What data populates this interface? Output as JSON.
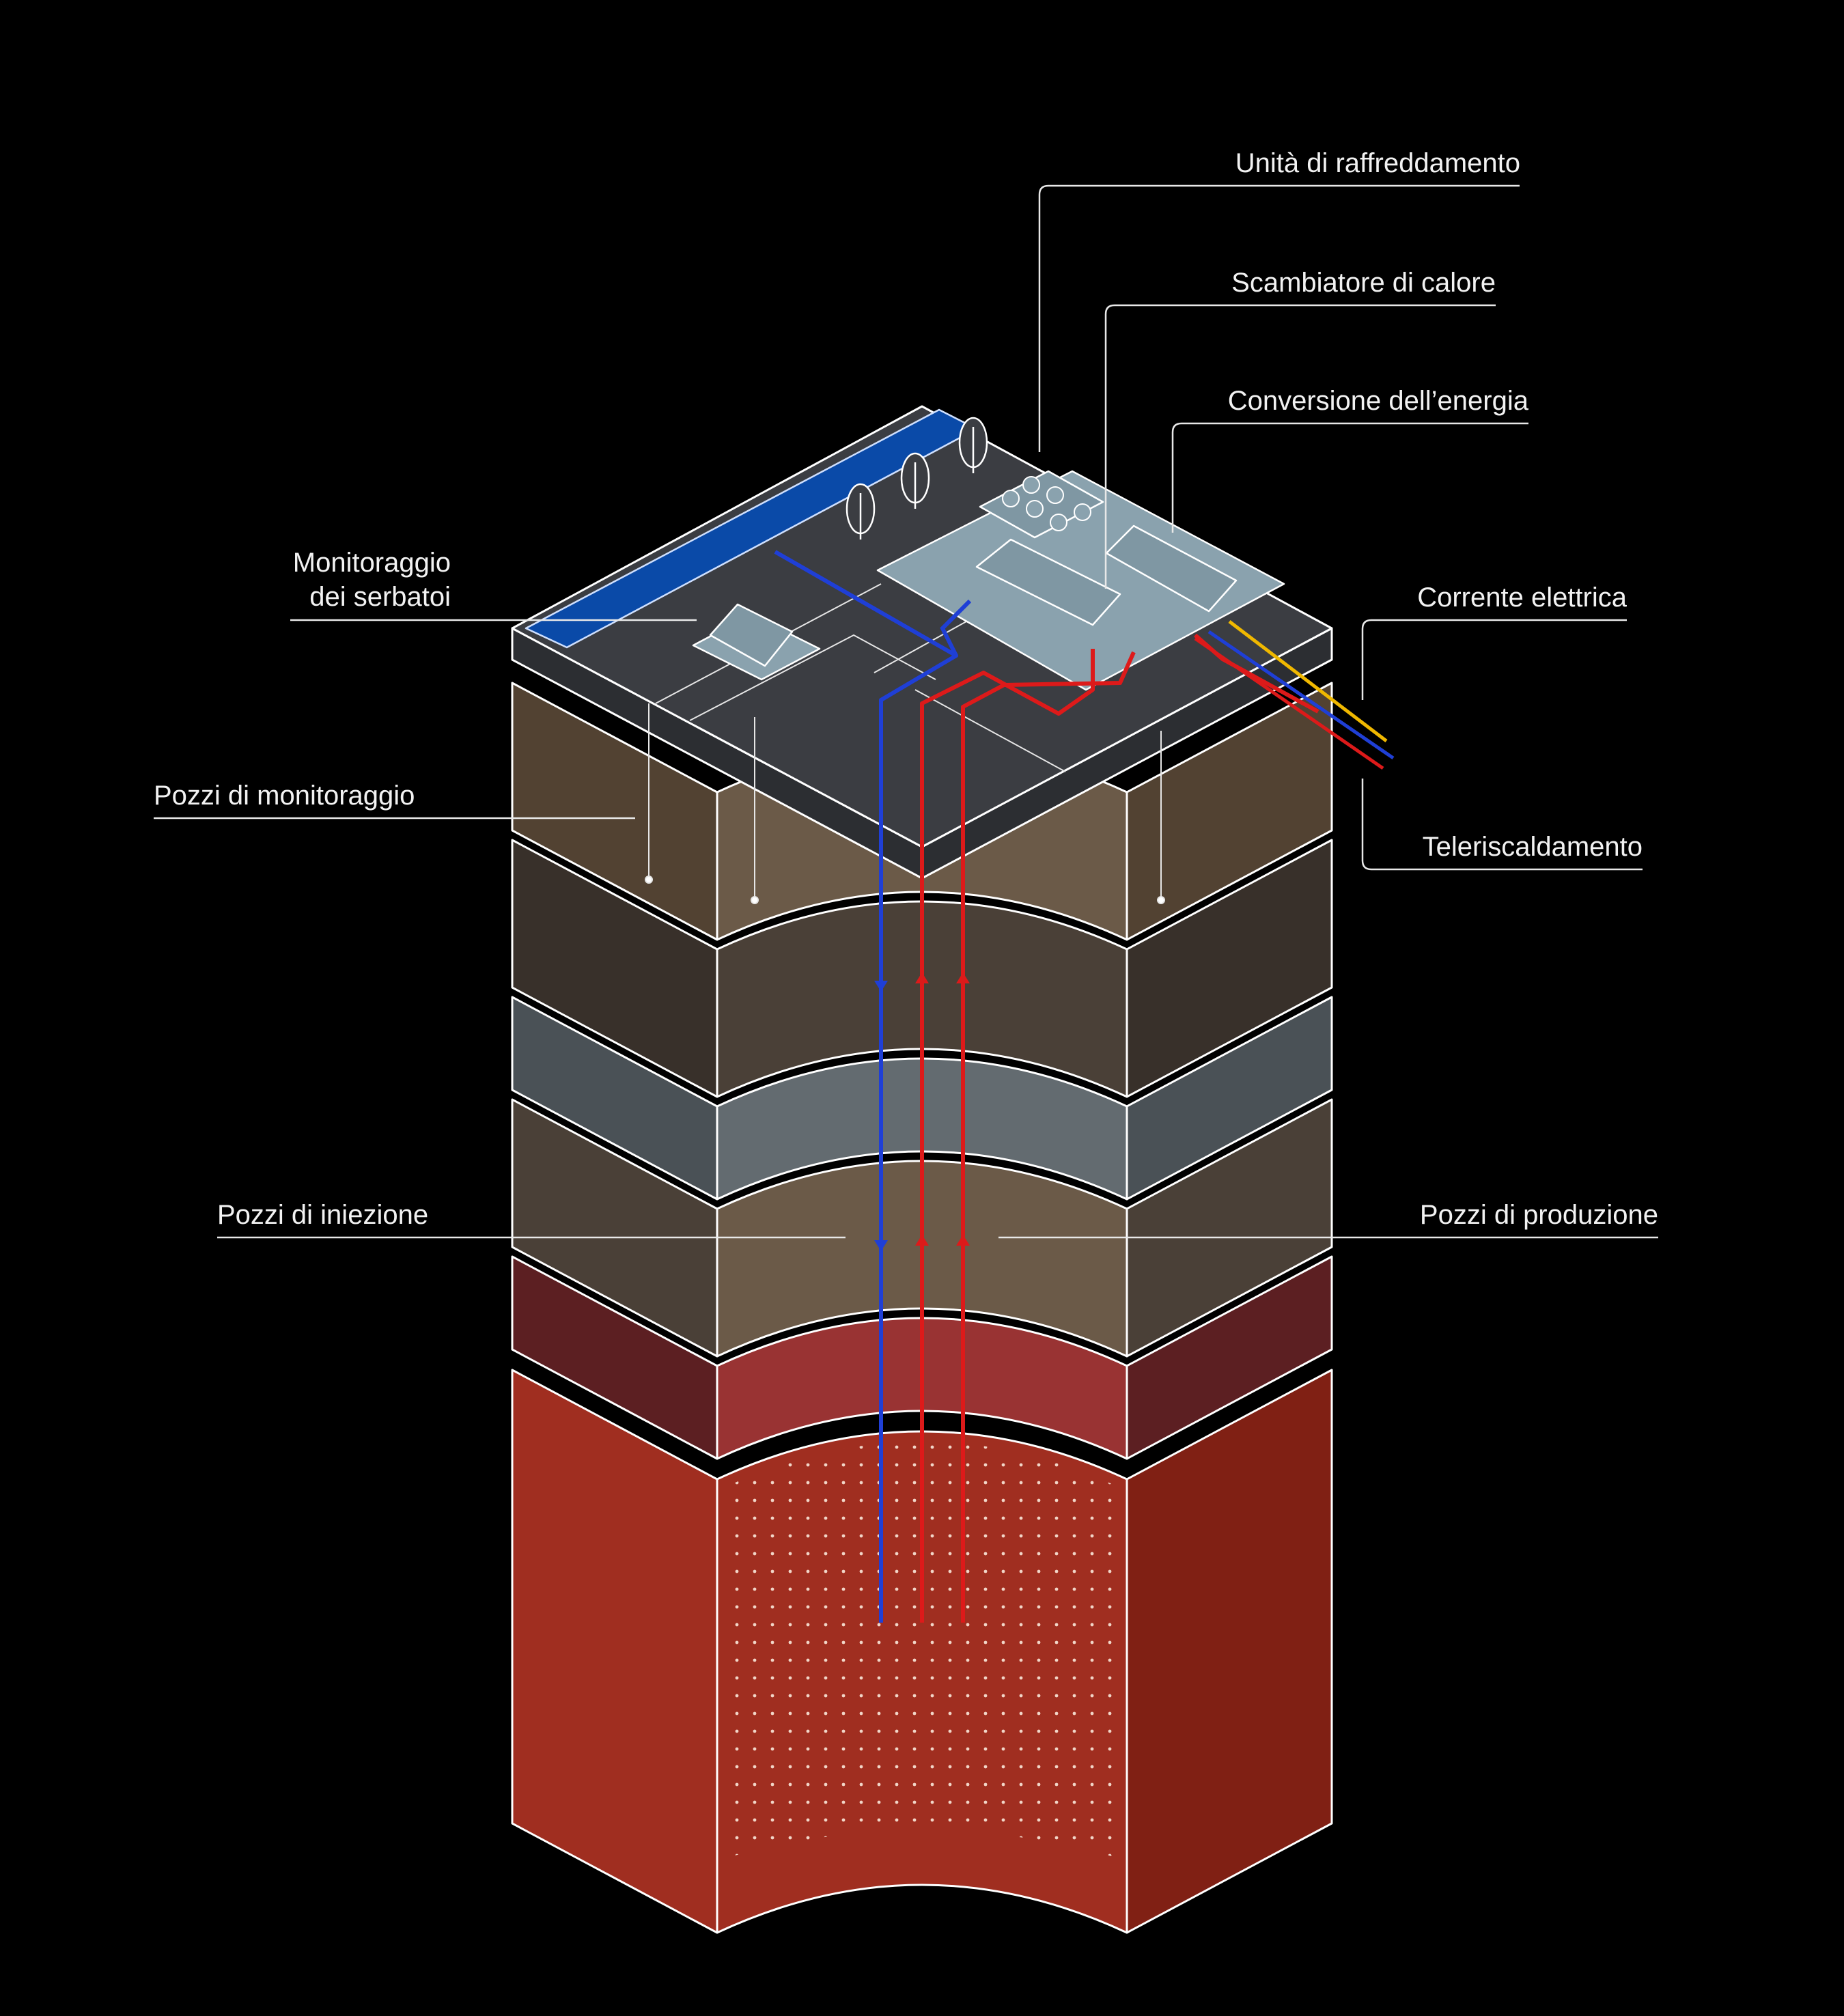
{
  "labels": {
    "cooling_unit": "Unità di raffreddamento",
    "heat_exchanger": "Scambiatore di calore",
    "energy_conversion": "Conversione dell’energia",
    "tank_monitoring_line1": "Monitoraggio",
    "tank_monitoring_line2": "dei serbatoi",
    "electric_current": "Corrente elettrica",
    "monitoring_wells": "Pozzi di monitoraggio",
    "district_heating": "Teleriscaldamento",
    "injection_wells": "Pozzi di iniezione",
    "production_wells": "Pozzi di produzione"
  },
  "colors": {
    "background": "#000000",
    "outline": "#ffffff",
    "surface_top": "#3b3d42",
    "surface_side": "#2c2e32",
    "river": "#0a4aa8",
    "facility": "#8aa2ae",
    "soil_front": "#6b5a48",
    "soil_side": "#524232",
    "dark_layer_front": "#4a4037",
    "dark_layer_side": "#38302a",
    "rock_front": "#636b70",
    "rock_side": "#4a5156",
    "hot_layer_front": "#993333",
    "hot_layer_side": "#5c1f22",
    "reservoir_front": "#a02e20",
    "reservoir_side": "#802014",
    "injection_pipe": "#1f3fd6",
    "production_pipe": "#dd1a1a",
    "electric_cable": "#f0b800"
  }
}
